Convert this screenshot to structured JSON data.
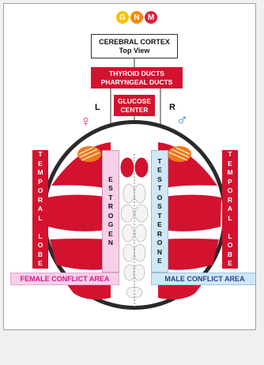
{
  "logo": {
    "letters": [
      "G",
      "N",
      "M"
    ],
    "colors": [
      "#f6c200",
      "#f08a00",
      "#e0213a"
    ]
  },
  "title": {
    "line1": "CEREBRAL CORTEX",
    "line2": "Top View"
  },
  "thyroid_box": {
    "line1": "THYROID DUCTS",
    "line2": "PHARYNGEAL DUCTS"
  },
  "glucose_box": {
    "line1": "GLUCOSE",
    "line2": "CENTER"
  },
  "sides": {
    "left": "L",
    "right": "R"
  },
  "symbols": {
    "female": "♀",
    "male": "♂",
    "female_color": "#e0249a",
    "male_color": "#2a7ad6"
  },
  "temporal_left": [
    "T",
    "E",
    "M",
    "P",
    "O",
    "R",
    "A",
    "L",
    "",
    "L",
    "O",
    "B",
    "E"
  ],
  "temporal_right": [
    "T",
    "E",
    "M",
    "P",
    "O",
    "R",
    "A",
    "L",
    "",
    "L",
    "O",
    "B",
    "E"
  ],
  "estrogen": [
    "E",
    "S",
    "T",
    "R",
    "O",
    "G",
    "E",
    "N"
  ],
  "testosterone": [
    "T",
    "E",
    "S",
    "T",
    "O",
    "S",
    "T",
    "E",
    "R",
    "O",
    "N",
    "E"
  ],
  "female_area": "FEMALE CONFLICT AREA",
  "male_area": "MALE CONFLICT AREA",
  "colors": {
    "red": "#d3122f",
    "pink": "#f7cfe9",
    "blue": "#cfe8f7",
    "female_text": "#d11a8a",
    "male_text": "#2b3f8f"
  }
}
